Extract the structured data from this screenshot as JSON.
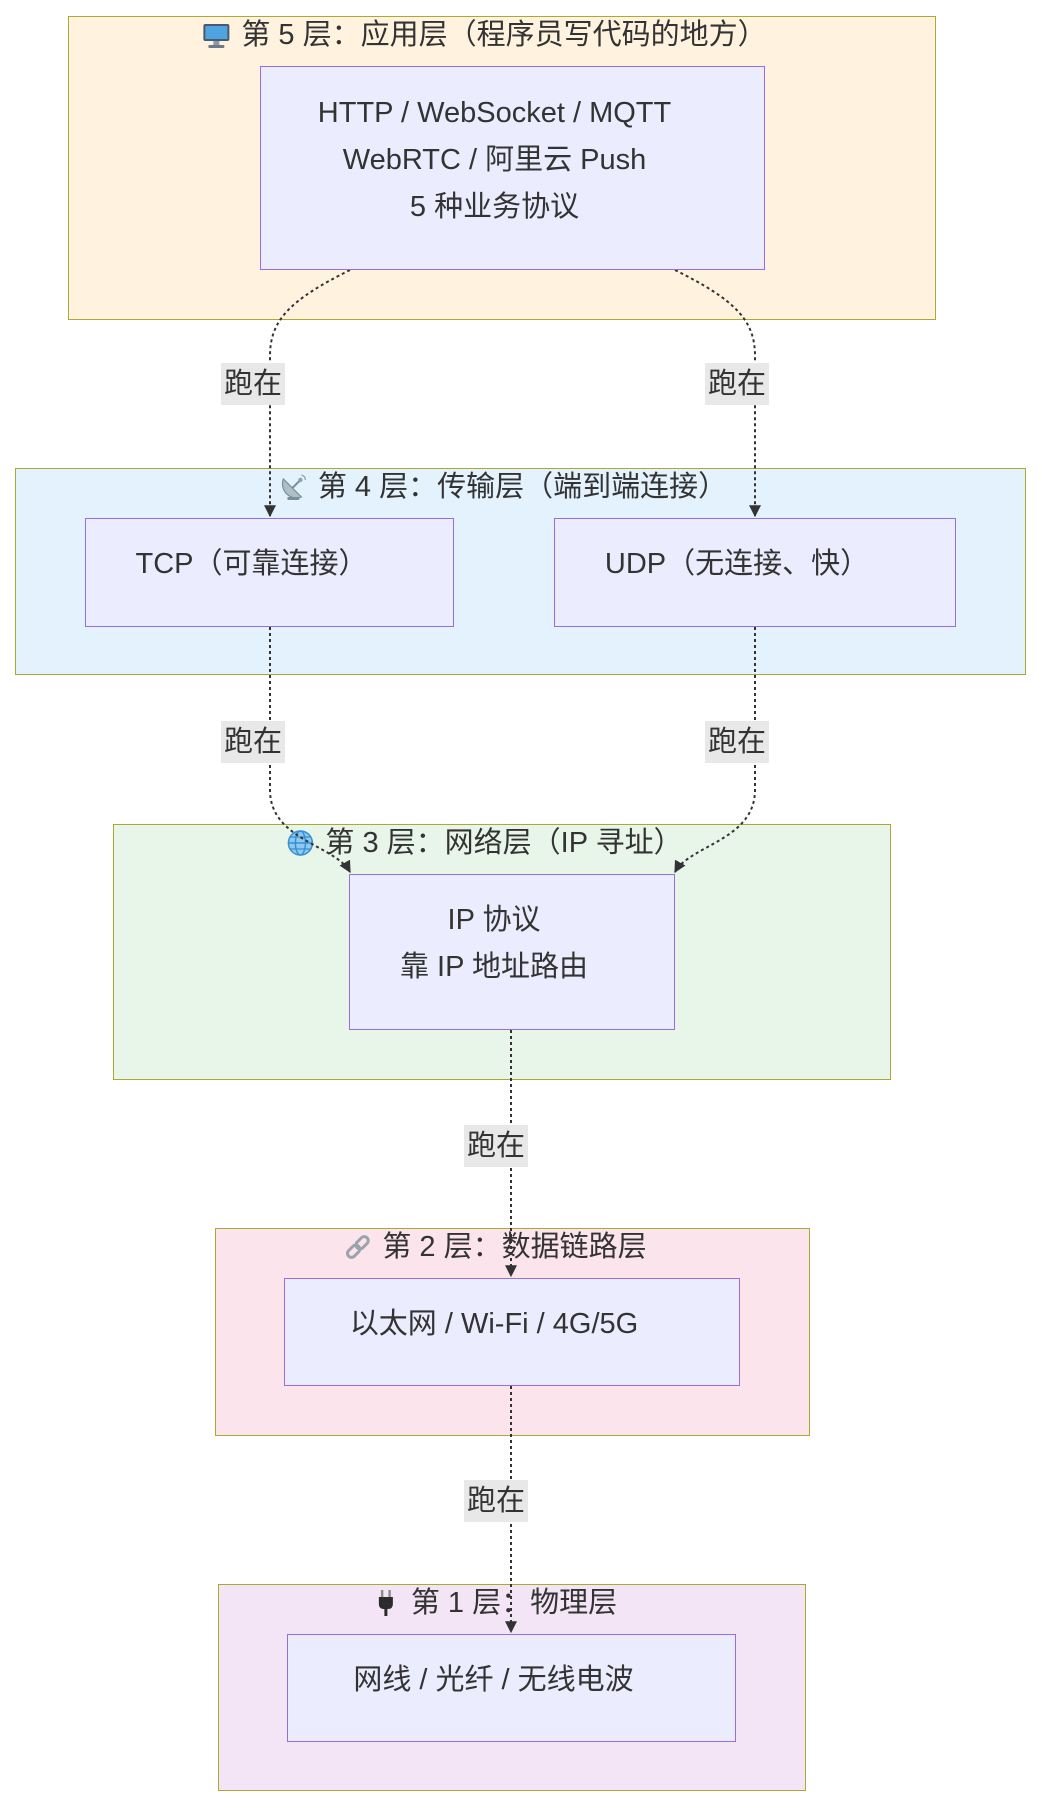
{
  "layers": [
    {
      "icon": "monitor-icon",
      "title": "第 5 层：应用层（程序员写代码的地方）",
      "fill": "#fff3e0"
    },
    {
      "icon": "satellite-antenna-icon",
      "title": "第 4 层：传输层（端到端连接）",
      "fill": "#e3f2fd"
    },
    {
      "icon": "globe-icon",
      "title": "第 3 层：网络层（IP 寻址）",
      "fill": "#e8f5e9"
    },
    {
      "icon": "link-icon",
      "title": "第 2 层：数据链路层",
      "fill": "#fce4ec"
    },
    {
      "icon": "plug-icon",
      "title": "第 1 层：物理层",
      "fill": "#f3e5f5"
    }
  ],
  "nodes": {
    "application": {
      "lines": [
        "HTTP / WebSocket / MQTT",
        "WebRTC / 阿里云 Push",
        "5 种业务协议"
      ]
    },
    "tcp": {
      "lines": [
        "TCP（可靠连接）"
      ]
    },
    "udp": {
      "lines": [
        "UDP（无连接、快）"
      ]
    },
    "ip": {
      "lines": [
        "IP 协议",
        "靠 IP 地址路由"
      ]
    },
    "data_link": {
      "lines": [
        "以太网 / Wi-Fi / 4G/5G"
      ]
    },
    "physical": {
      "lines": [
        "网线 / 光纤 / 无线电波"
      ]
    }
  },
  "edges": [
    {
      "label": "跑在"
    },
    {
      "label": "跑在"
    },
    {
      "label": "跑在"
    },
    {
      "label": "跑在"
    },
    {
      "label": "跑在"
    },
    {
      "label": "跑在"
    }
  ],
  "colors": {
    "layer_border": "#aaaa33",
    "node_fill": "#ececff",
    "node_border": "#9370db",
    "edge": "#333333",
    "edge_label_bg": "#e8e8e8",
    "text": "#333333"
  }
}
